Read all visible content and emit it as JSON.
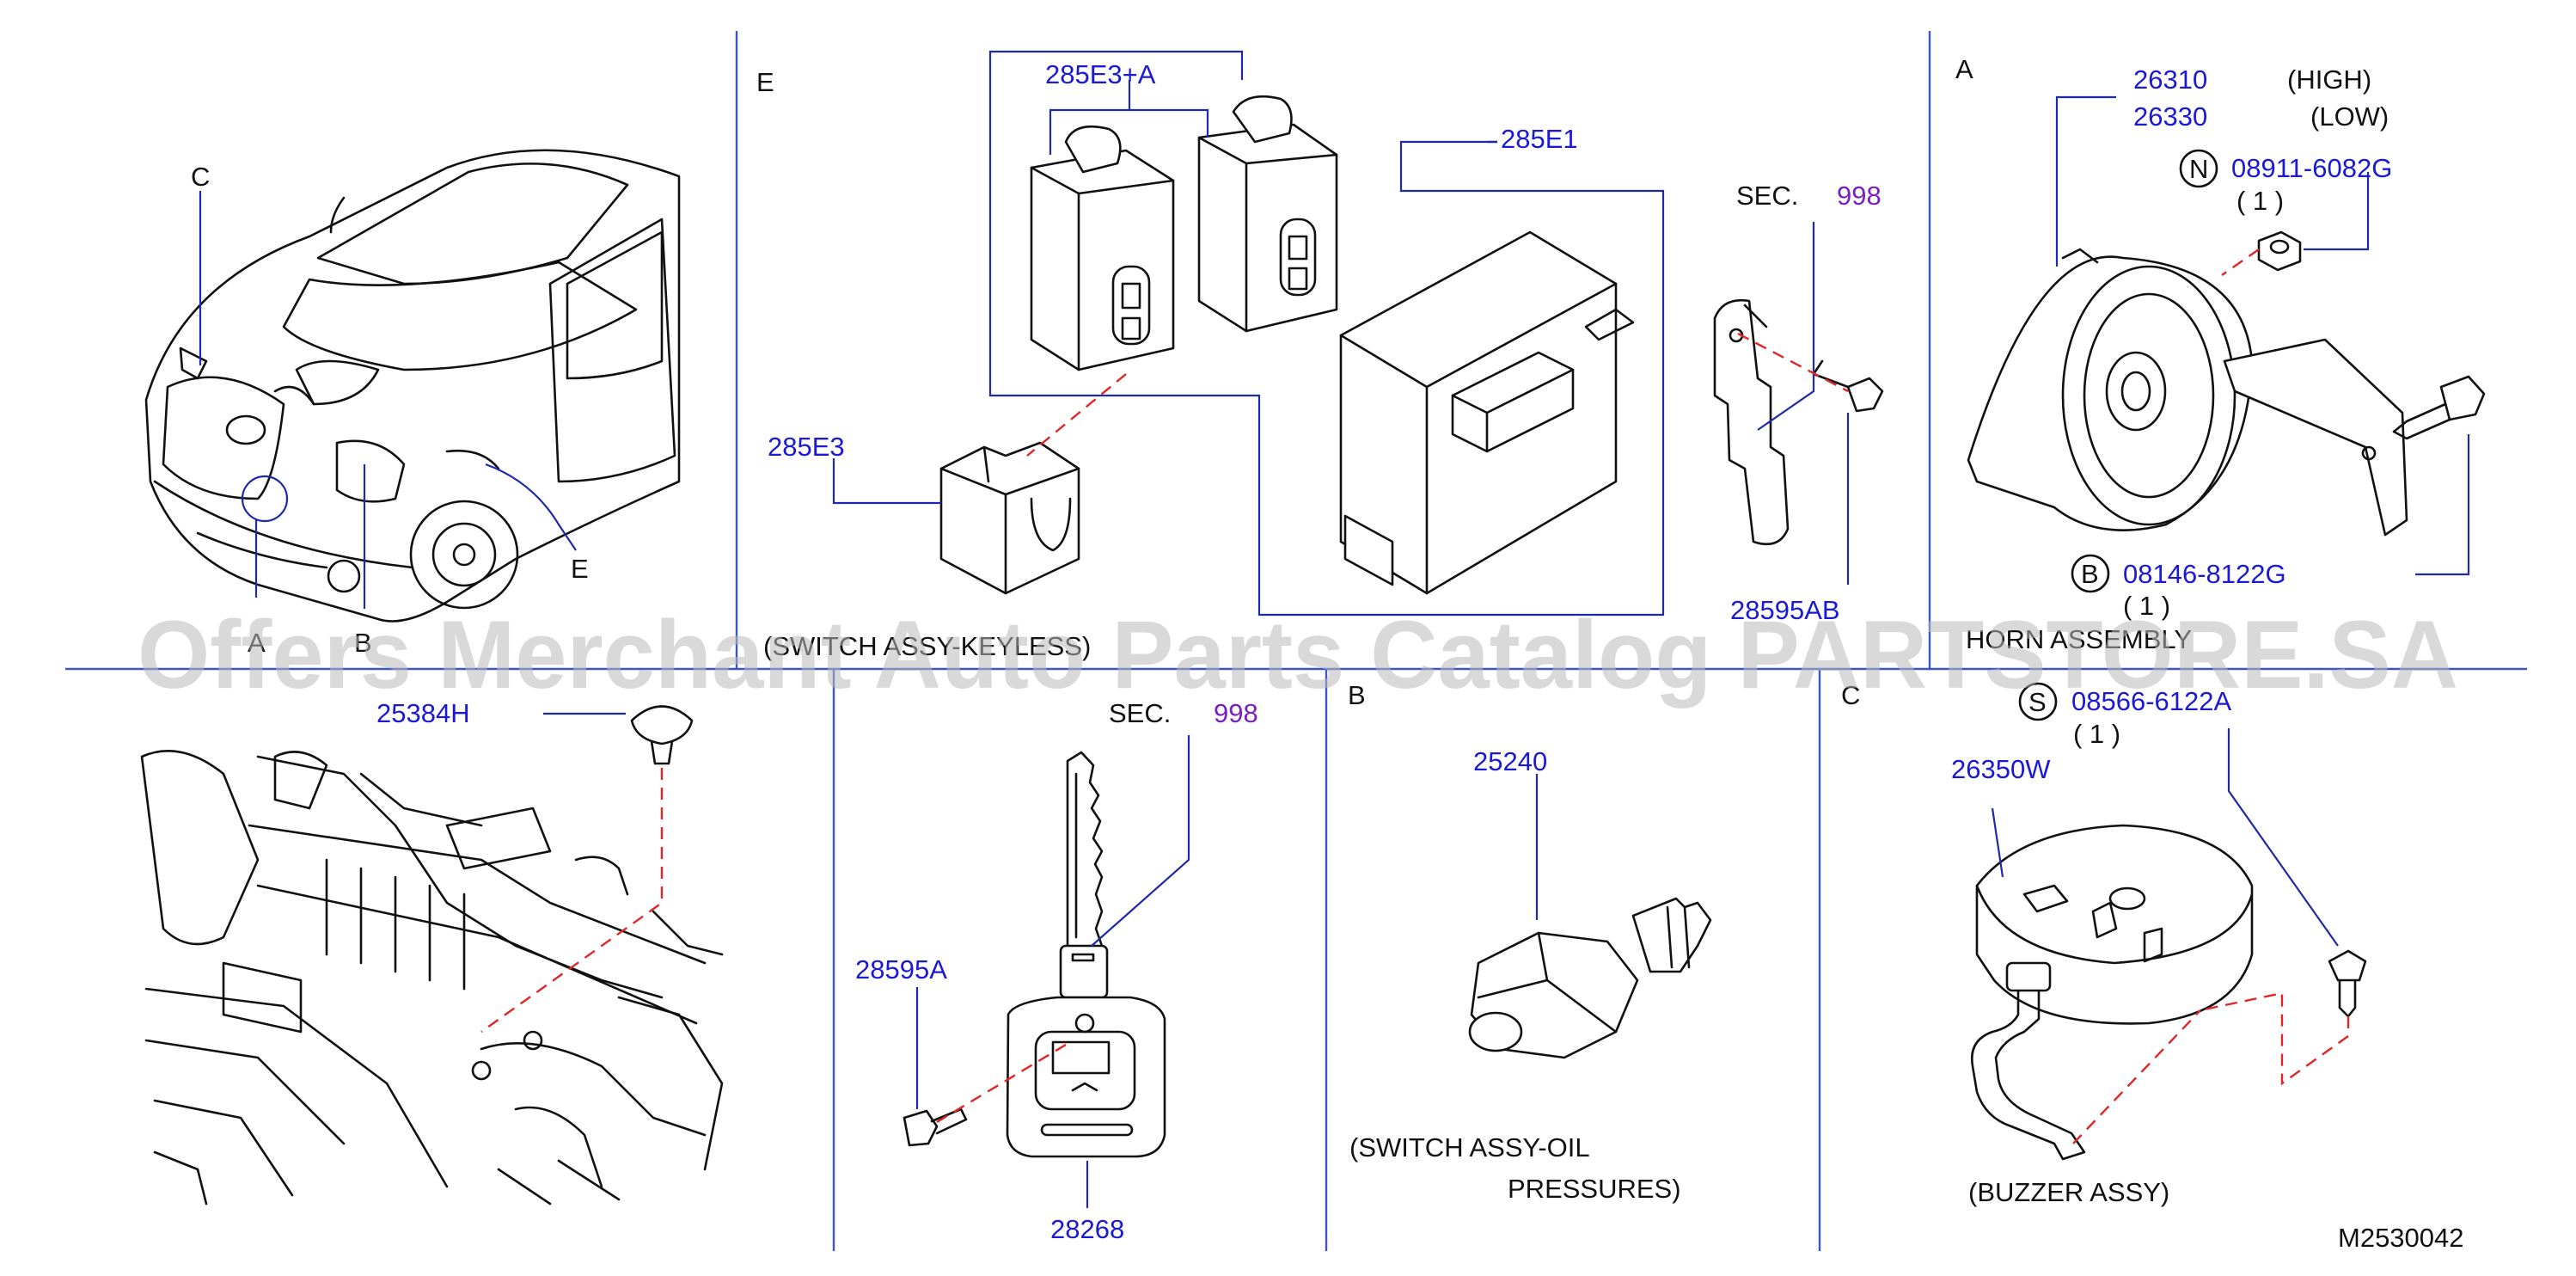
{
  "colors": {
    "label": "#1a1ad6",
    "section_ref": "#7a1fc2",
    "leader": "#1f2aa8",
    "hidden_line": "#e02626",
    "divider": "#3c56c8",
    "watermark": "#b9b9b9"
  },
  "watermark": "Offers Merchant Auto Parts Catalog PARTSTORE.SA",
  "drawing_number": "M2530042",
  "vehicle_view": {
    "callouts": {
      "c": "C",
      "e": "E",
      "a": "A",
      "b": "B"
    }
  },
  "section_e": {
    "letter": "E",
    "parts": {
      "key_case_set": "285E3+A",
      "controller": "285E1",
      "key_holder": "285E3",
      "bracket": "28595AB"
    },
    "sec_prefix": "SEC.",
    "sec_number": "998",
    "caption": "(SWITCH ASSY-KEYLESS)"
  },
  "section_a": {
    "letter": "A",
    "parts": {
      "horn_high": "26310",
      "horn_high_note": "(HIGH)",
      "horn_low": "26330",
      "horn_low_note": "(LOW)",
      "nut": "08911-6082G",
      "nut_symbol": "N",
      "nut_qty": "( 1 )",
      "bolt": "08146-8122G",
      "bolt_symbol": "B",
      "bolt_qty": "( 1 )"
    },
    "caption": "HORN ASSEMBLY"
  },
  "clip_view": {
    "part": "25384H"
  },
  "key_view": {
    "sec_prefix": "SEC.",
    "sec_number": "998",
    "screw": "28595A",
    "key_fob": "28268"
  },
  "section_b": {
    "letter": "B",
    "part": "25240",
    "caption_line1": "(SWITCH  ASSY-OIL",
    "caption_line2": "PRESSURES)"
  },
  "section_c": {
    "letter": "C",
    "screw": "08566-6122A",
    "screw_symbol": "S",
    "screw_qty": "( 1 )",
    "buzzer": "26350W",
    "caption": "(BUZZER  ASSY)"
  }
}
